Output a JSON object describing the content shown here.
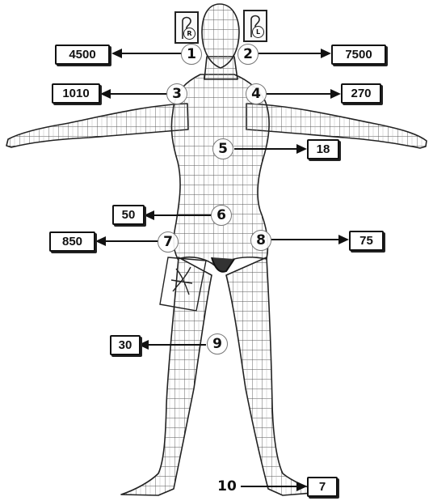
{
  "points": [
    {
      "id": "1",
      "value": "4500"
    },
    {
      "id": "2",
      "value": "7500"
    },
    {
      "id": "3",
      "value": "1010"
    },
    {
      "id": "4",
      "value": "270"
    },
    {
      "id": "5",
      "value": "18"
    },
    {
      "id": "6",
      "value": "50"
    },
    {
      "id": "7",
      "value": "850"
    },
    {
      "id": "8",
      "value": "75"
    },
    {
      "id": "9",
      "value": "30"
    },
    {
      "id": "10",
      "value": "7"
    }
  ],
  "ears": [
    {
      "side_mark": "R"
    },
    {
      "side_mark": "L"
    }
  ]
}
